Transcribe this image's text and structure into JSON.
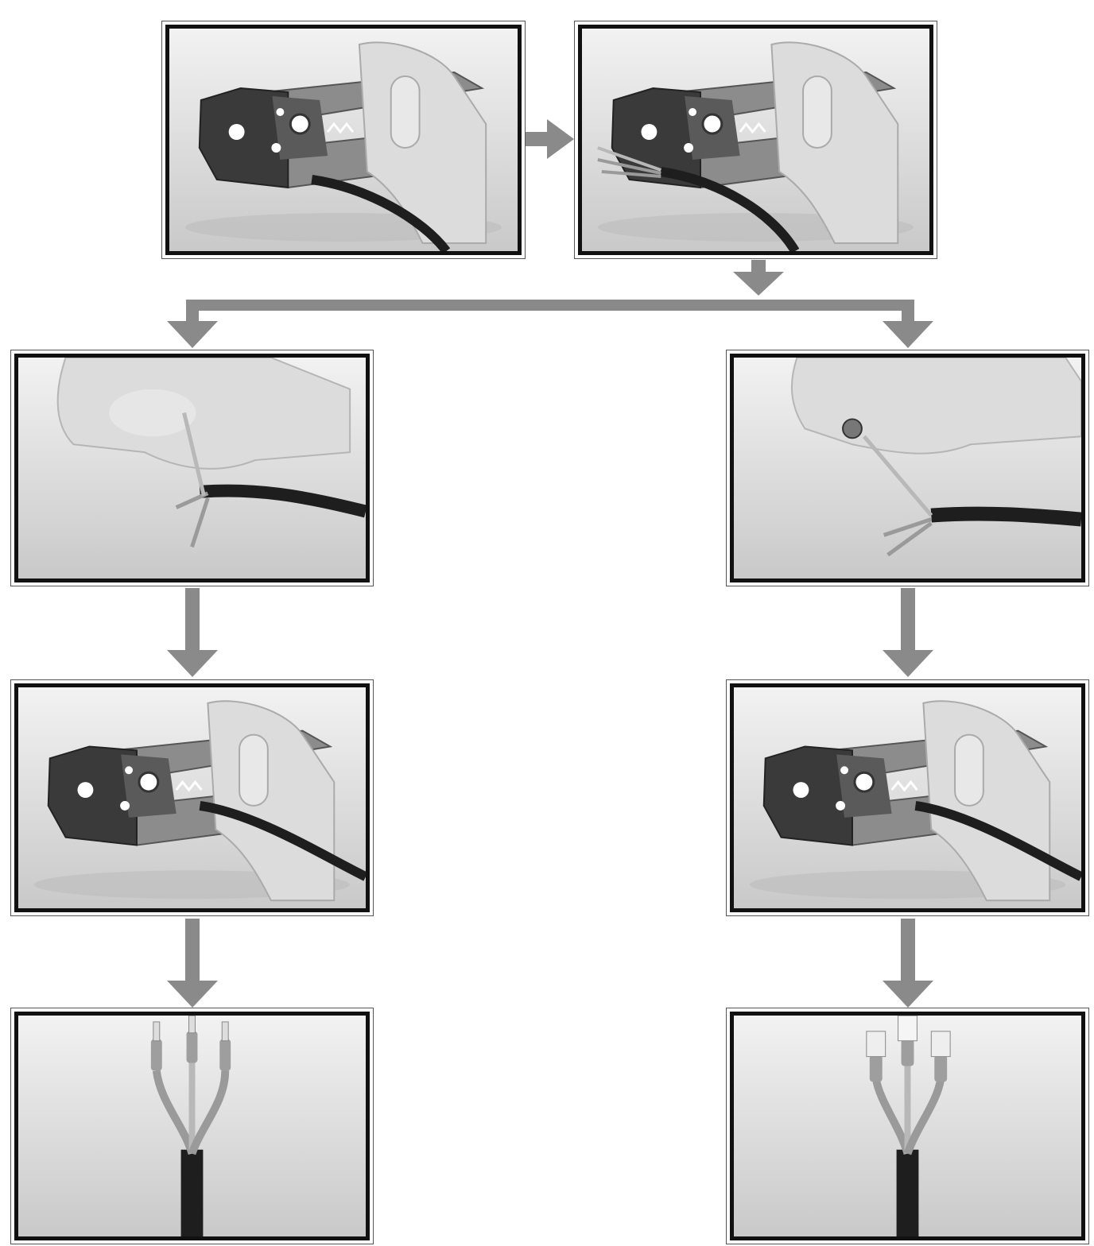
{
  "colors": {
    "arrow": "#8a8a8a",
    "frame_outer": "#555555",
    "frame_inner": "#111111",
    "photo_bg_light": "#f2f2f2",
    "photo_bg_dark": "#c9c9c9",
    "tool_dark": "#3a3a3a",
    "tool_handle": "#8c8c8c",
    "hand": "#dcdcdc",
    "cable": "#1e1e1e",
    "wire_red": "#9a9a9a",
    "wire_green": "#b8b8b8",
    "ferrule_sleeve": "#9e9e9e"
  },
  "photos": [
    {
      "id": "step1-insert-cable",
      "scene": "stripper-full"
    },
    {
      "id": "step2-outer-jacket-stripped",
      "scene": "stripper-stripped"
    },
    {
      "id": "step3a-twist-wire",
      "scene": "hands-wire"
    },
    {
      "id": "step3b-insert-terminal",
      "scene": "hands-terminal"
    },
    {
      "id": "step4a-crimp-ferrule",
      "scene": "stripper-crimp"
    },
    {
      "id": "step4b-crimp-terminal",
      "scene": "stripper-crimp"
    },
    {
      "id": "result-ferrules",
      "scene": "result-ferrules"
    },
    {
      "id": "result-spade-terminals",
      "scene": "result-terminals"
    }
  ]
}
